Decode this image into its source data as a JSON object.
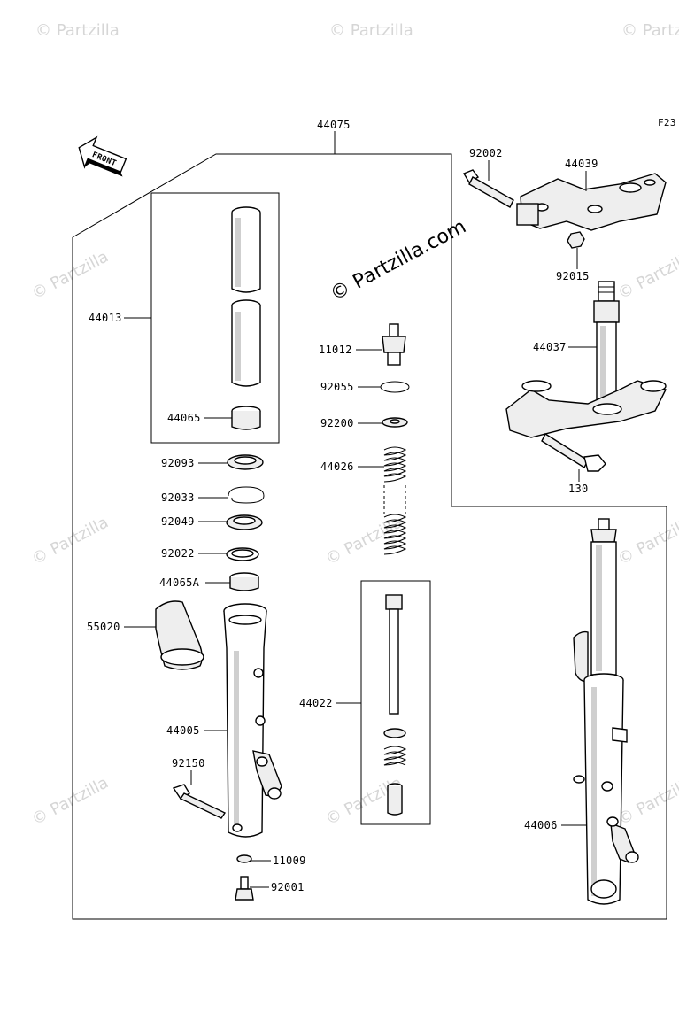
{
  "header": {
    "figure_code": "F23"
  },
  "watermark": {
    "small_text": "© Partzilla",
    "center_text": "© Partzilla.com"
  },
  "front_arrow": {
    "label": "FRONT"
  },
  "parts": [
    {
      "id": "44075"
    },
    {
      "id": "92002"
    },
    {
      "id": "44039"
    },
    {
      "id": "92015"
    },
    {
      "id": "44037"
    },
    {
      "id": "130"
    },
    {
      "id": "44013"
    },
    {
      "id": "44065"
    },
    {
      "id": "11012"
    },
    {
      "id": "92055"
    },
    {
      "id": "92200"
    },
    {
      "id": "44026"
    },
    {
      "id": "92093"
    },
    {
      "id": "92033"
    },
    {
      "id": "92049"
    },
    {
      "id": "92022"
    },
    {
      "id": "44065A"
    },
    {
      "id": "55020"
    },
    {
      "id": "44022"
    },
    {
      "id": "44005"
    },
    {
      "id": "92150"
    },
    {
      "id": "11009"
    },
    {
      "id": "92001"
    },
    {
      "id": "44006"
    }
  ]
}
